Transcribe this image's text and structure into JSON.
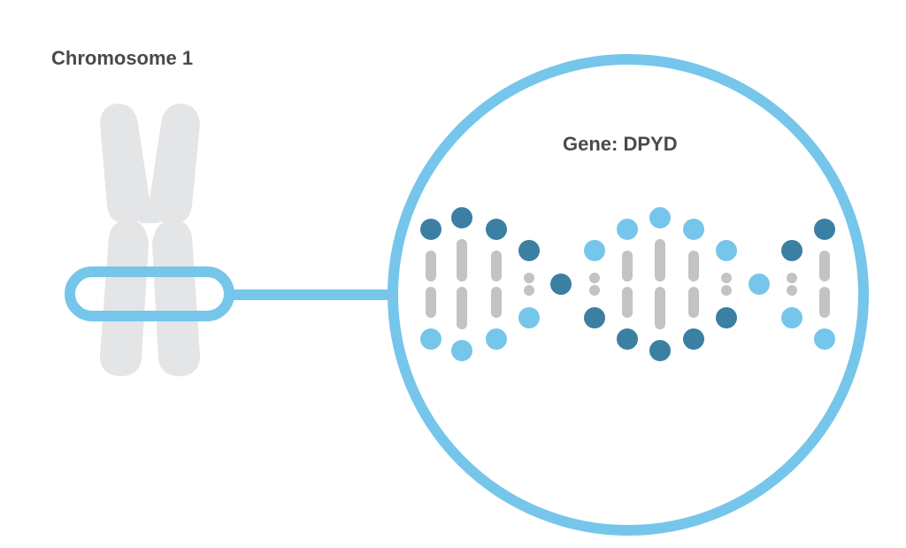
{
  "chromosome": {
    "label": "Chromosome 1"
  },
  "gene": {
    "label": "Gene: DPYD"
  },
  "colors": {
    "chromosome": "#e4e5e7",
    "highlight": "#75c6ea",
    "dark_base": "#3b7fa2",
    "light_base": "#75c6ea",
    "pair_bar": "#c2c3c5",
    "text": "#4a4a4d"
  },
  "dna": {
    "columns": [
      {
        "top": "dark",
        "bottom": "light",
        "pair": "long"
      },
      {
        "top": "dark",
        "bottom": "light",
        "pair": "long"
      },
      {
        "top": "dark",
        "bottom": "light",
        "pair": "long"
      },
      {
        "top": "dark",
        "bottom": "light",
        "pair": "short"
      },
      {
        "top": "dark",
        "bottom": null,
        "pair": "none"
      },
      {
        "top": "light",
        "bottom": "dark",
        "pair": "short"
      },
      {
        "top": "light",
        "bottom": "dark",
        "pair": "long"
      },
      {
        "top": "light",
        "bottom": "dark",
        "pair": "long"
      },
      {
        "top": "light",
        "bottom": "dark",
        "pair": "long"
      },
      {
        "top": "light",
        "bottom": "dark",
        "pair": "short"
      },
      {
        "top": "light",
        "bottom": null,
        "pair": "none"
      },
      {
        "top": "dark",
        "bottom": "light",
        "pair": "short"
      },
      {
        "top": "dark",
        "bottom": "light",
        "pair": "long"
      }
    ]
  }
}
